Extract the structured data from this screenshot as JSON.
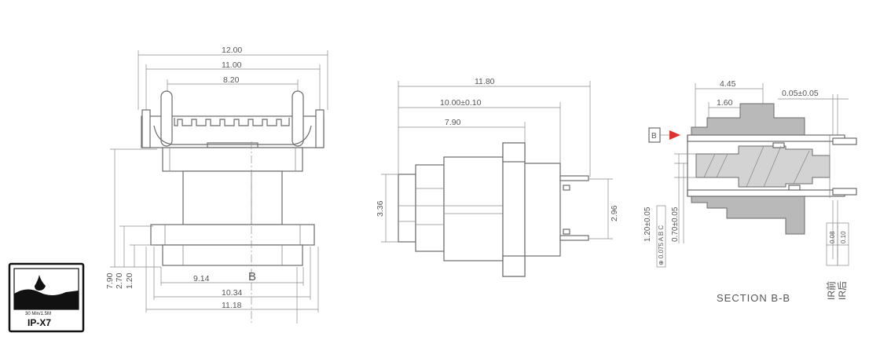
{
  "front_view": {
    "dims": {
      "w_12_00": "12.00",
      "w_11_00": "11.00",
      "w_8_20": "8.20",
      "w_9_14": "9.14",
      "w_10_34": "10.34",
      "w_11_18": "11.18",
      "h_7_90": "7.90",
      "h_2_70": "2.70",
      "h_1_20": "1.20"
    },
    "section_label": "B"
  },
  "side_view": {
    "dims": {
      "w_11_80": "11.80",
      "w_10_00": "10.00±0.10",
      "w_7_90": "7.90",
      "h_3_36": "3.36",
      "h_2_96": "2.96"
    }
  },
  "section_view": {
    "dims": {
      "w_4_45": "4.45",
      "w_1_60": "1.60",
      "w_0_05": "0.05±0.05",
      "v_1_20": "1.20±0.05",
      "v_0_70": "0.70±0.05",
      "v_pos": "⊕ 0.075 A B C"
    },
    "datum": "B",
    "title": "SECTION B-B",
    "ir_front": "IR前",
    "ir_back": "IR后",
    "tol_1": "0.08",
    "tol_2": "0.10"
  },
  "badge": {
    "line1": "30 Min/1.5M",
    "line2": "IP-X7"
  },
  "colors": {
    "line": "#6b6b6b",
    "datum_flag": "#e03030",
    "badge": "#111111"
  }
}
